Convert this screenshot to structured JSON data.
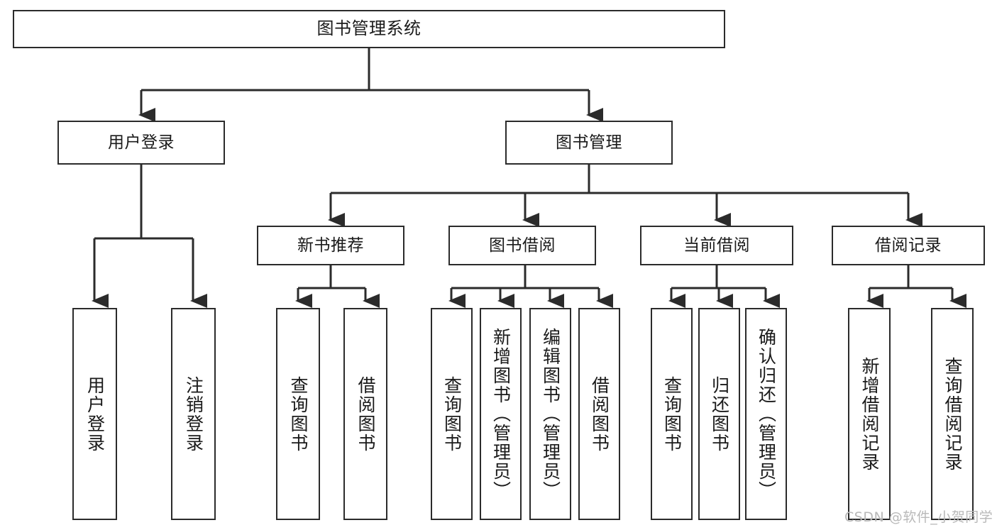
{
  "diagram": {
    "title": "图书管理系统",
    "type": "functional-structure-tree",
    "watermark": "CSDN @软件_小贺同学",
    "colors": {
      "stroke": "#2b2b2b",
      "box_fill": "#ffffff",
      "text": "#1a1a1a",
      "watermark": "#b9b9b9",
      "background": "#ffffff"
    },
    "levels": {
      "level1": [
        "图书管理系统"
      ],
      "level2": [
        "用户登录",
        "图书管理"
      ],
      "level3": [
        "新书推荐",
        "图书借阅",
        "当前借阅",
        "借阅记录"
      ],
      "level4": [
        "用户登录",
        "注销登录",
        "查询图书",
        "借阅图书",
        "查询图书",
        "新增图书（管理员）",
        "编辑图书（管理员）",
        "借阅图书",
        "查询图书",
        "归还图书",
        "确认归还（管理员）",
        "新增借阅记录",
        "查询借阅记录"
      ]
    },
    "nodes": {
      "root": {
        "label": "图书管理系统"
      },
      "user_login": {
        "label": "用户登录"
      },
      "book_manage": {
        "label": "图书管理"
      },
      "new_book_rec": {
        "label": "新书推荐"
      },
      "book_borrow": {
        "label": "图书借阅"
      },
      "current_borrow": {
        "label": "当前借阅"
      },
      "borrow_record": {
        "label": "借阅记录"
      },
      "leaf_user_login": {
        "label": "用户登录"
      },
      "leaf_user_logout": {
        "label": "注销登录"
      },
      "leaf_rec_query": {
        "label": "查询图书"
      },
      "leaf_rec_borrow": {
        "label": "借阅图书"
      },
      "leaf_borrow_query": {
        "label": "查询图书"
      },
      "leaf_borrow_add": {
        "label": "新增图书（管理员）"
      },
      "leaf_borrow_edit": {
        "label": "编辑图书（管理员）"
      },
      "leaf_borrow_lend": {
        "label": "借阅图书"
      },
      "leaf_current_query": {
        "label": "查询图书"
      },
      "leaf_current_return": {
        "label": "归还图书"
      },
      "leaf_current_confirm": {
        "label": "确认归还（管理员）"
      },
      "leaf_record_add": {
        "label": "新增借阅记录"
      },
      "leaf_record_query": {
        "label": "查询借阅记录"
      }
    }
  }
}
